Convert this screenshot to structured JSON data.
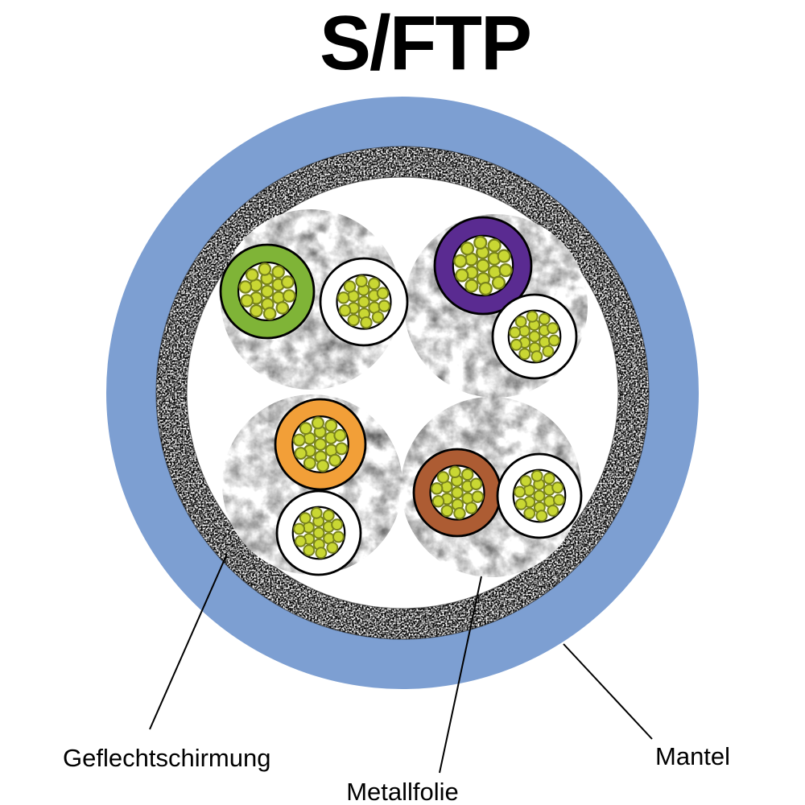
{
  "title": "S/FTP",
  "labels": {
    "geflechtschirmung": "Geflechtschirmung",
    "metallfolie": "Metallfolie",
    "mantel": "Mantel"
  },
  "colors": {
    "mantel": "#7d9fd2",
    "braid_base": "#4a4a4a",
    "foil_base": "#d8d8d8",
    "background": "#ffffff",
    "wire_green": "#7fb437",
    "wire_violet": "#5a2b91",
    "wire_orange": "#f29f38",
    "wire_brown": "#ad5c33",
    "wire_white": "#ffffff",
    "strand_fill": "#c9d733",
    "strand_stroke": "#79831c",
    "outline": "#000000"
  }
}
